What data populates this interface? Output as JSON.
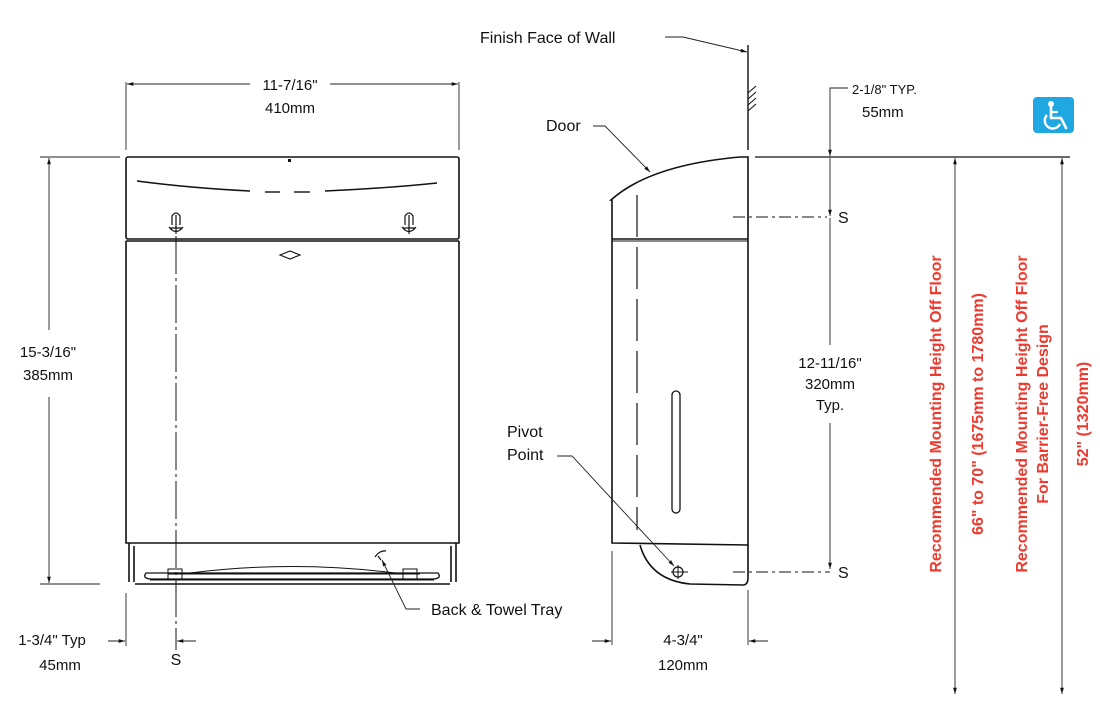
{
  "front_view": {
    "width_in": "11-7/16\"",
    "width_mm": "410mm",
    "height_in": "15-3/16\"",
    "height_mm": "385mm",
    "offset_in": "1-3/4\" Typ",
    "offset_mm": "45mm",
    "s_label": "S",
    "tray_label": "Back & Towel Tray"
  },
  "side_view": {
    "wall_label": "Finish Face of Wall",
    "door_label": "Door",
    "pivot_label_1": "Pivot",
    "pivot_label_2": "Point",
    "top_offset_in": "2-1/8\" TYP.",
    "top_offset_mm": "55mm",
    "s_top": "S",
    "s_bottom": "S",
    "spacing_in": "12-11/16\"",
    "spacing_mm": "320mm",
    "spacing_typ": "Typ.",
    "depth_in": "4-3/4\"",
    "depth_mm": "120mm"
  },
  "mounting": {
    "standard_title": "Recommended Mounting Height Off Floor",
    "standard_value": "66\" to 70\" (1675mm to 1780mm)",
    "barrier_free_title_1": "Recommended Mounting Height Off Floor",
    "barrier_free_title_2": "For Barrier-Free Design",
    "barrier_free_value": "52\" (1320mm)",
    "accessibility_icon": "wheelchair-icon",
    "accent_color": "#ee3a2e",
    "icon_color": "#1ea7e1"
  }
}
